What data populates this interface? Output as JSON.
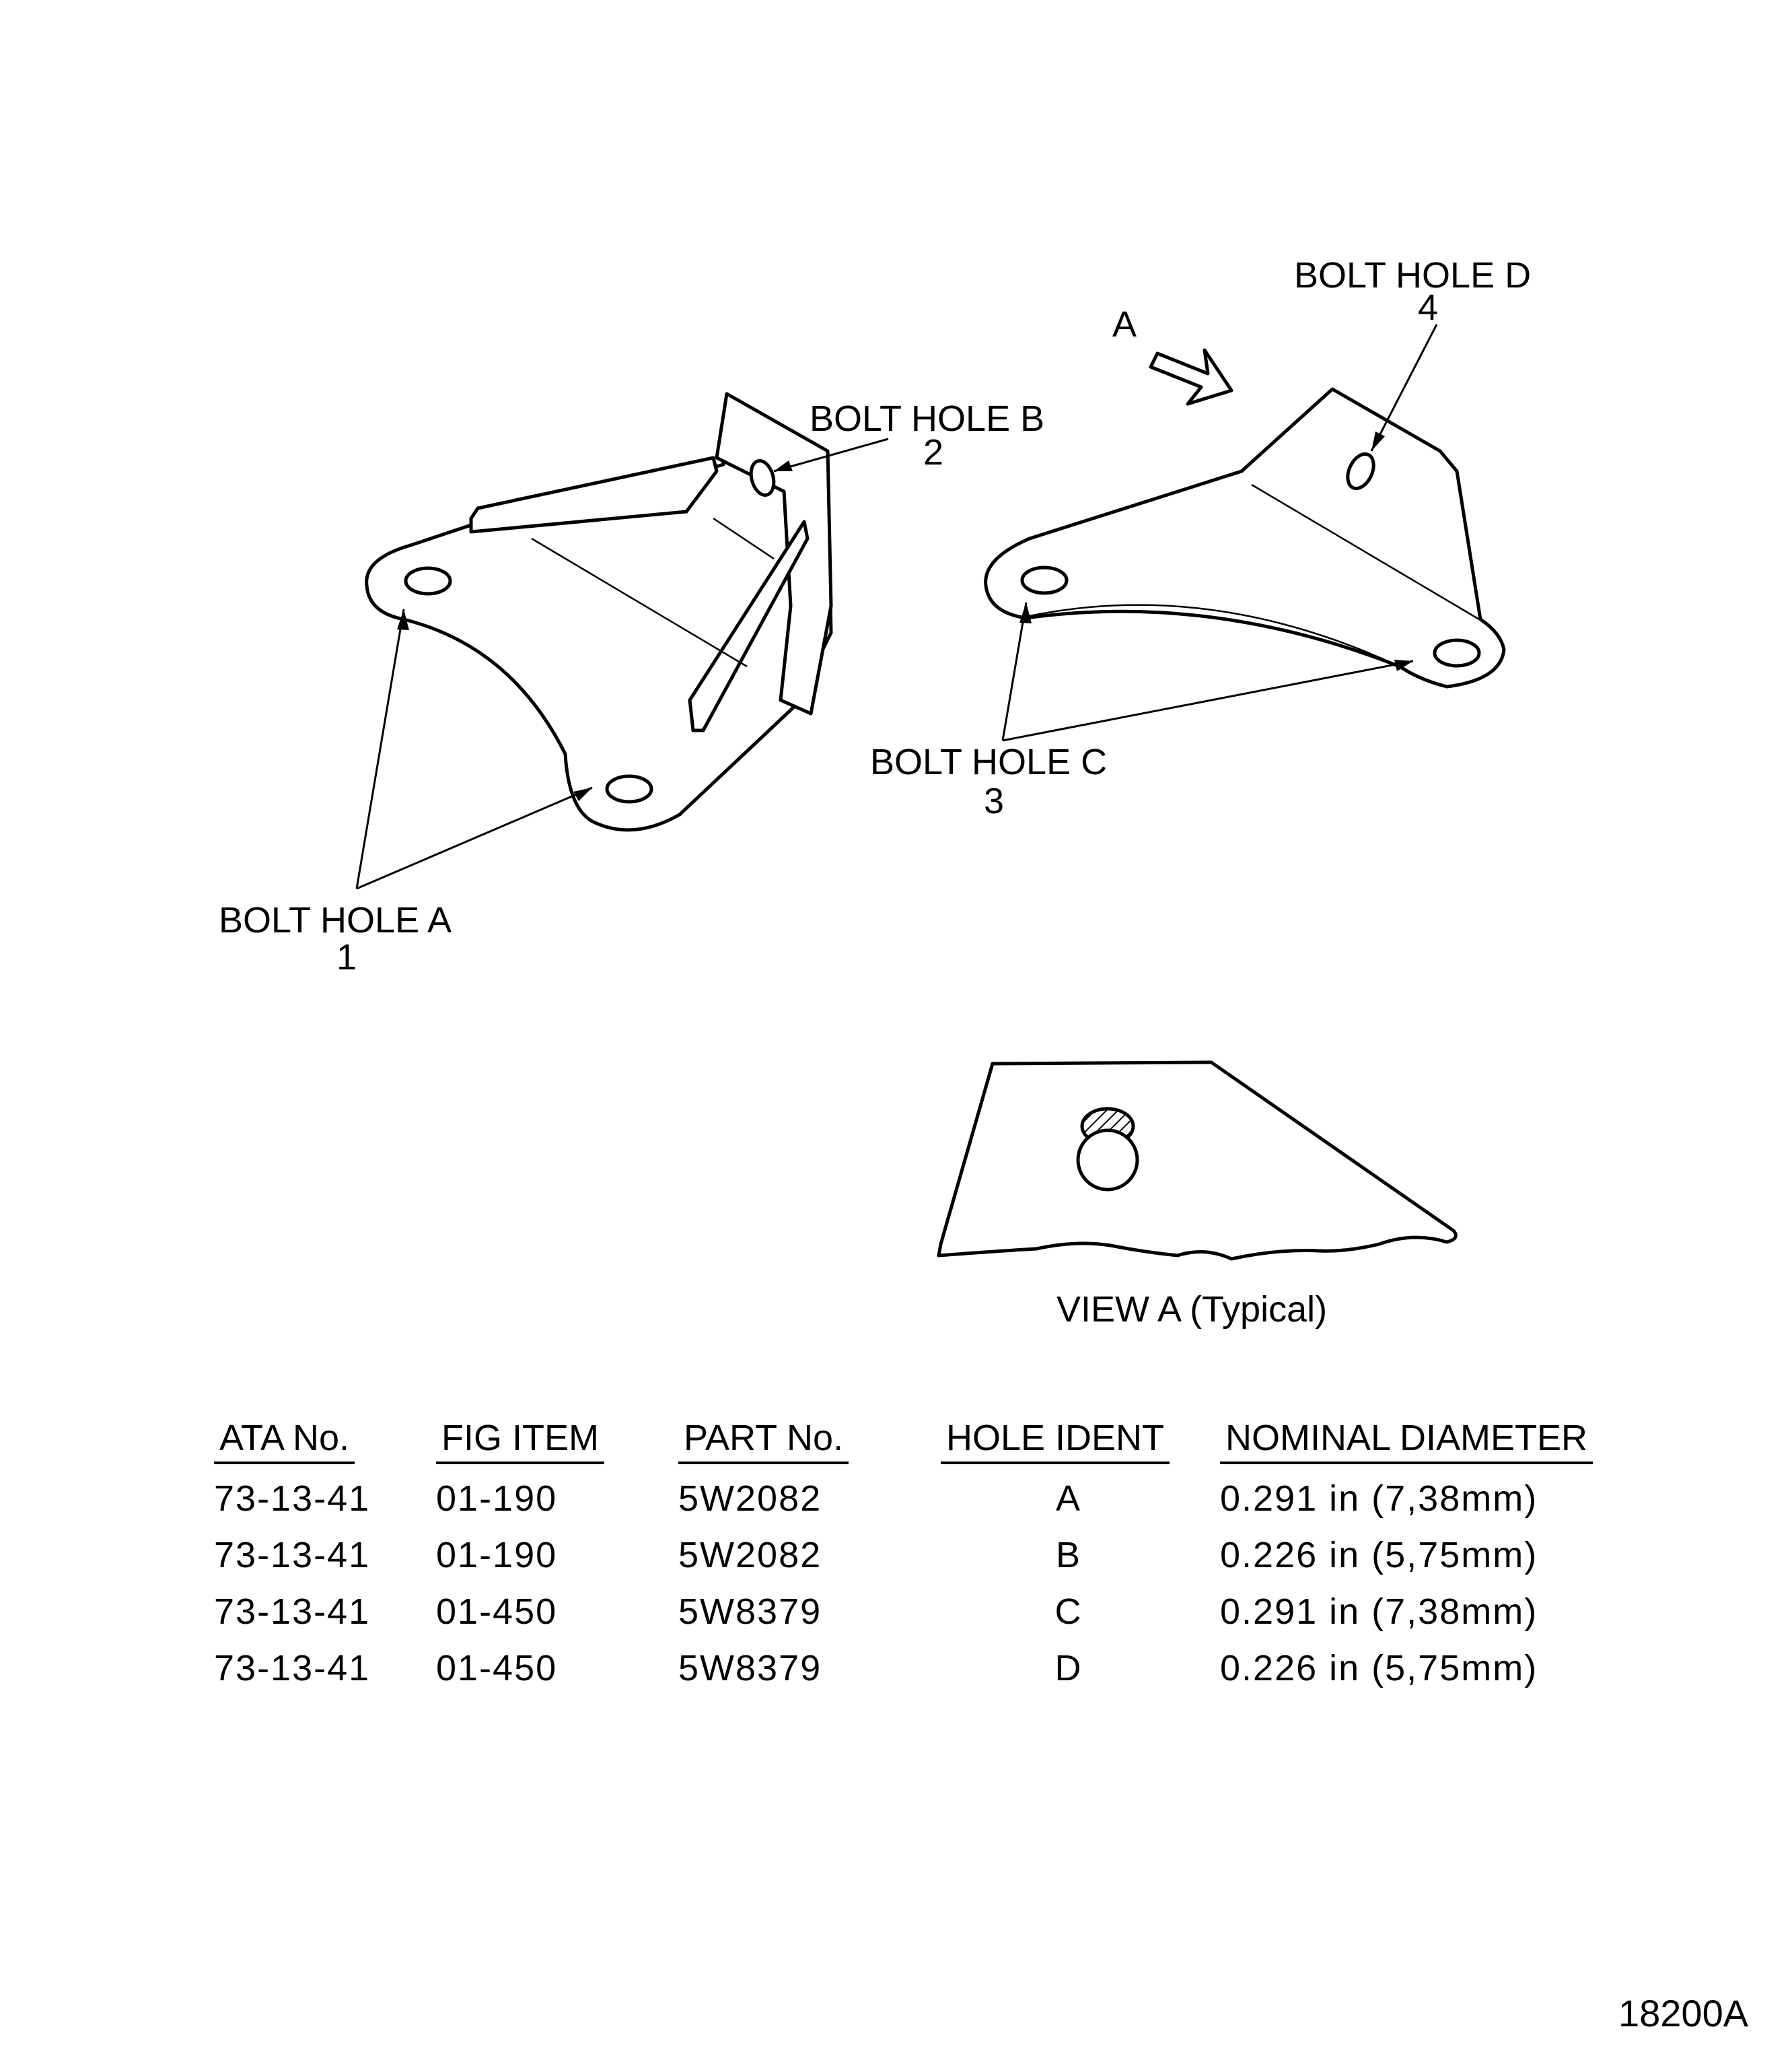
{
  "callouts": {
    "bolt_hole_a": "BOLT HOLE A",
    "bolt_hole_a_num": "1",
    "bolt_hole_b": "BOLT HOLE B",
    "bolt_hole_b_num": "2",
    "bolt_hole_c": "BOLT HOLE C",
    "bolt_hole_c_num": "3",
    "bolt_hole_d": "BOLT HOLE D",
    "bolt_hole_d_num": "4",
    "view_arrow_letter": "A"
  },
  "view_caption": "VIEW A (Typical)",
  "table": {
    "headers": [
      "ATA No.",
      "FIG ITEM",
      "PART No.",
      "HOLE IDENT",
      "NOMINAL DIAMETER"
    ],
    "rows": [
      [
        "73-13-41",
        "01-190",
        "5W2082",
        "A",
        "0.291 in (7,38mm)"
      ],
      [
        "73-13-41",
        "01-190",
        "5W2082",
        "B",
        "0.226 in (5,75mm)"
      ],
      [
        "73-13-41",
        "01-450",
        "5W8379",
        "C",
        "0.291 in (7,38mm)"
      ],
      [
        "73-13-41",
        "01-450",
        "5W8379",
        "D",
        "0.226 in (5,75mm)"
      ]
    ]
  },
  "figure_ref": "18200A"
}
